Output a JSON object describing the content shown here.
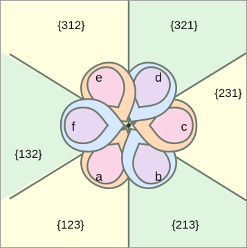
{
  "colors": {
    "yellow_region": "#FFFFE0",
    "green_region": "#E0F5E0",
    "orange_outer": "#FFDAB9",
    "pink_inner": "#FBD4E6",
    "blue_outer": "#D6E8FF",
    "lavender_inner": "#E8D8F2",
    "line": "#6E7A6E",
    "frame": "#999999"
  },
  "regions": [
    {
      "label": "{312}",
      "fill": "yellow"
    },
    {
      "label": "{321}",
      "fill": "green"
    },
    {
      "label": "{231}",
      "fill": "yellow"
    },
    {
      "label": "{213}",
      "fill": "green"
    },
    {
      "label": "{123}",
      "fill": "yellow"
    },
    {
      "label": "{132}",
      "fill": "green"
    }
  ],
  "lobes": [
    {
      "label": "a",
      "outer": "orange",
      "inner": "pink"
    },
    {
      "label": "b",
      "outer": "blue",
      "inner": "lavender"
    },
    {
      "label": "c",
      "outer": "orange",
      "inner": "pink"
    },
    {
      "label": "d",
      "outer": "blue",
      "inner": "lavender"
    },
    {
      "label": "e",
      "outer": "orange",
      "inner": "pink"
    },
    {
      "label": "f",
      "outer": "blue",
      "inner": "lavender"
    }
  ]
}
